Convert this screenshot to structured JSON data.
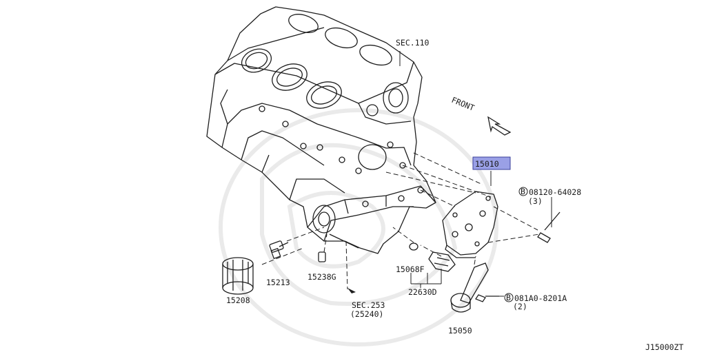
{
  "diagram": {
    "section_ref_top": "SEC.110",
    "front_label": "FRONT",
    "parts": {
      "oil_pump": "15010",
      "bolt_a_code": "08120-64028",
      "bolt_a_qty": "(3)",
      "bolt_b_code": "081A0-8201A",
      "bolt_b_qty": "(2)",
      "oil_filter": "15208",
      "filter_stud": "15213",
      "plug": "15238G",
      "gasket": "15068F",
      "oil_pressure_switch": "22630D",
      "strainer": "15050",
      "section_ref_bottom": "SEC.253",
      "section_ref_bottom_sub": "(25240)"
    },
    "bolt_prefix": "B",
    "diagram_code": "J15000ZT",
    "highlight_color": "#9aa0e6"
  }
}
